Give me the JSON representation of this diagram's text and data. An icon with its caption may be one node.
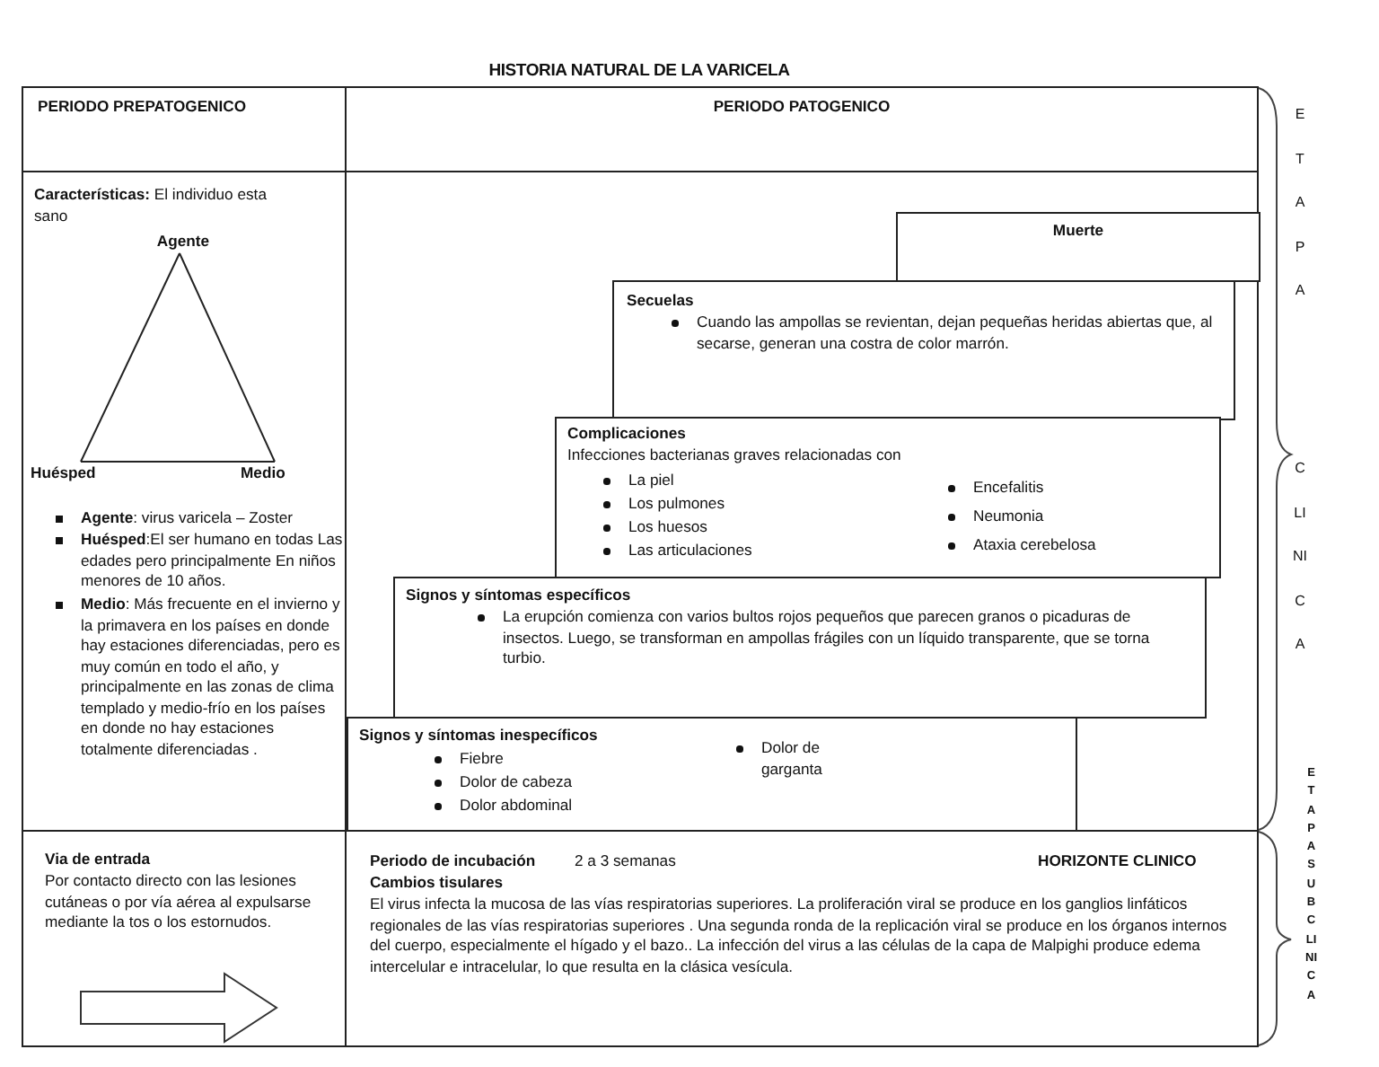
{
  "diagram": {
    "title": "HISTORIA NATURAL DE LA VARICELA",
    "nodes": [
      {
        "text": [
          "PERIODO PREPATOGENICO"
        ]
      },
      {
        "text": [
          "PERIODO PATOGENICO"
        ]
      },
      {
        "text": [
          "**Características:** El individuo esta sano",
          "**Agente**: virus varicela – Zoster",
          "**Huésped**:El ser humano en todas Las edades pero principalmente En niños menores de 10 años.",
          "**Medio**: Más frecuente en el invierno y la primavera en los países en donde hay estaciones diferenciadas, pero es muy común en todo el año, y principalmente en las zonas de clima templado y medio-frío en los países en donde no hay estaciones totalmente diferenciadas ."
        ]
      },
      {
        "text": [
          "Agente"
        ],
        "in": 2
      },
      {
        "text": [
          "Huésped"
        ],
        "in": 2
      },
      {
        "text": [
          "Medio"
        ],
        "in": 2
      },
      {
        "text": [],
        "shape": "box"
      },
      {
        "text": [
          "Muerte"
        ],
        "in": 6
      },
      {
        "text": [
          "Secuelas",
          "Cuando las ampollas se revientan, dejan pequeñas heridas abiertas que, al secarse, generan una costra de color marrón."
        ],
        "in": 6
      },
      {
        "text": [
          "Complicaciones",
          "Infecciones bacterianas graves relacionadas con",
          "La piel",
          "Los pulmones",
          "Los huesos",
          "Las articulaciones",
          "Encefalitis",
          "Neumonia",
          "Ataxia cerebelosa"
        ],
        "in": 6
      },
      {
        "text": [
          "Signos y síntomas específicos",
          "La erupción comienza con varios bultos rojos pequeños que parecen granos o picaduras de insectos. Luego, se transforman en ampollas frágiles con un líquido transparente, que se torna turbio."
        ],
        "in": 6
      },
      {
        "text": [
          "Signos y síntomas inespecíficos",
          "Fiebre",
          "Dolor de cabeza",
          "Dolor abdominal",
          "Dolor de garganta"
        ],
        "in": 6
      },
      {
        "text": [
          "Via de entrada",
          "Por contacto directo con las lesiones cutáneas o por vía aérea al expulsarse mediante la tos o los estornudos."
        ]
      },
      {
        "text": [
          "Periodo de incubación",
          "2 a 3 semanas",
          "HORIZONTE CLINICO",
          "Cambios tisulares",
          "El virus infecta la mucosa de las vías respiratorias superiores. La proliferación viral se produce en los ganglios linfáticos regionales de las vías respiratorias superiores . Una segunda ronda de la replicación viral se produce en los órganos internos del cuerpo, especialmente el hígado y el bazo.. La infección del virus a las células de la capa de Malpighi produce edema intercelular e intracelular, lo que resulta en la clásica vesícula."
        ]
      }
    ],
    "edges": [
      {
        "from": 3,
        "to": 4,
        "arrow": "none"
      },
      {
        "from": 4,
        "to": 5,
        "arrow": "none"
      },
      {
        "from": 5,
        "to": 3,
        "arrow": "none"
      }
    ],
    "labels": [
      "ETAPA",
      "CLINICA",
      "ETAPA SUBCLINICA"
    ]
  }
}
